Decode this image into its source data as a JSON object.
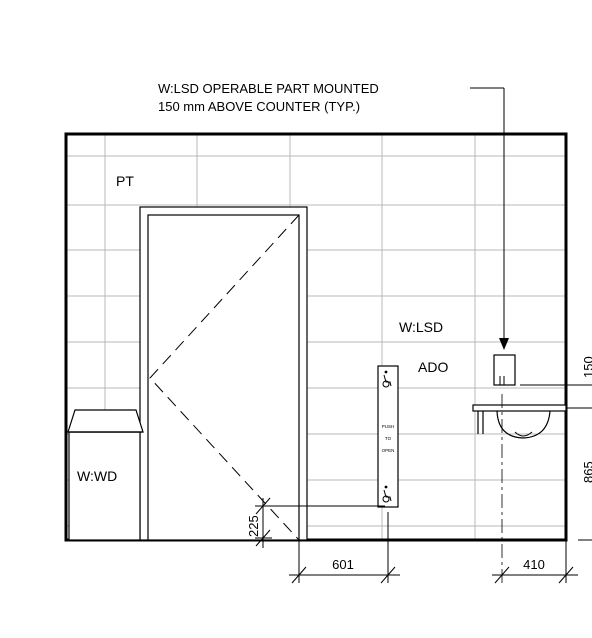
{
  "labels": {
    "note_line1": "W:LSD OPERABLE PART MOUNTED",
    "note_line2": "150 mm ABOVE COUNTER (TYP.)",
    "pt": "PT",
    "wlsd": "W:LSD",
    "ado": "ADO",
    "wwd": "W:WD",
    "push": "PUSH",
    "to": "TO",
    "open": "OPEN"
  },
  "dimensions": {
    "d225": "225",
    "d601": "601",
    "d410": "410",
    "d150": "150",
    "d865": "865"
  }
}
